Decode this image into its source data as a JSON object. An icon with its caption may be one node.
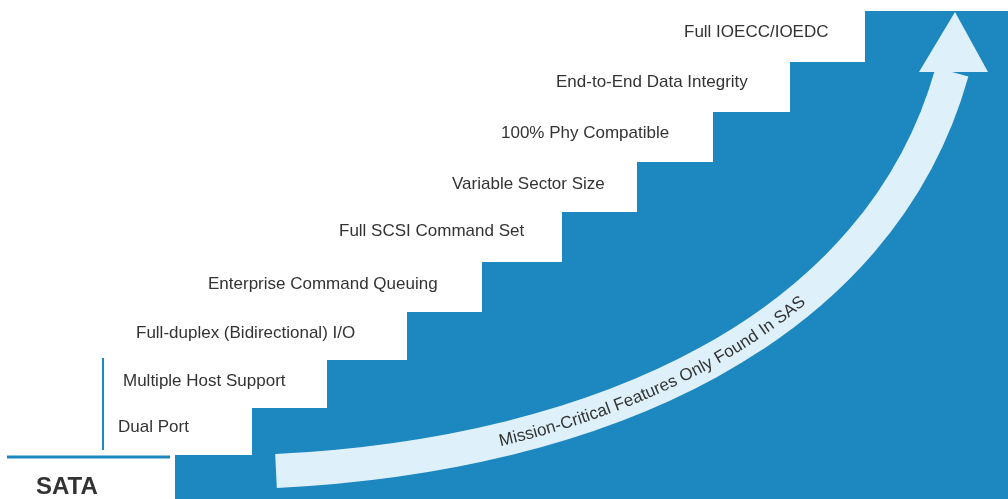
{
  "diagram": {
    "labels": [
      "Full IOECC/IOEDC",
      "End-to-End Data Integrity",
      "100% Phy Compatible",
      "Variable Sector Size",
      "Full SCSI Command Set",
      "Enterprise Command Queuing",
      "Full-duplex (Bidirectional) I/O",
      "Multiple Host Support",
      "Dual Port",
      "Mission-Critical Features Only Found In SAS",
      "SATA"
    ]
  }
}
